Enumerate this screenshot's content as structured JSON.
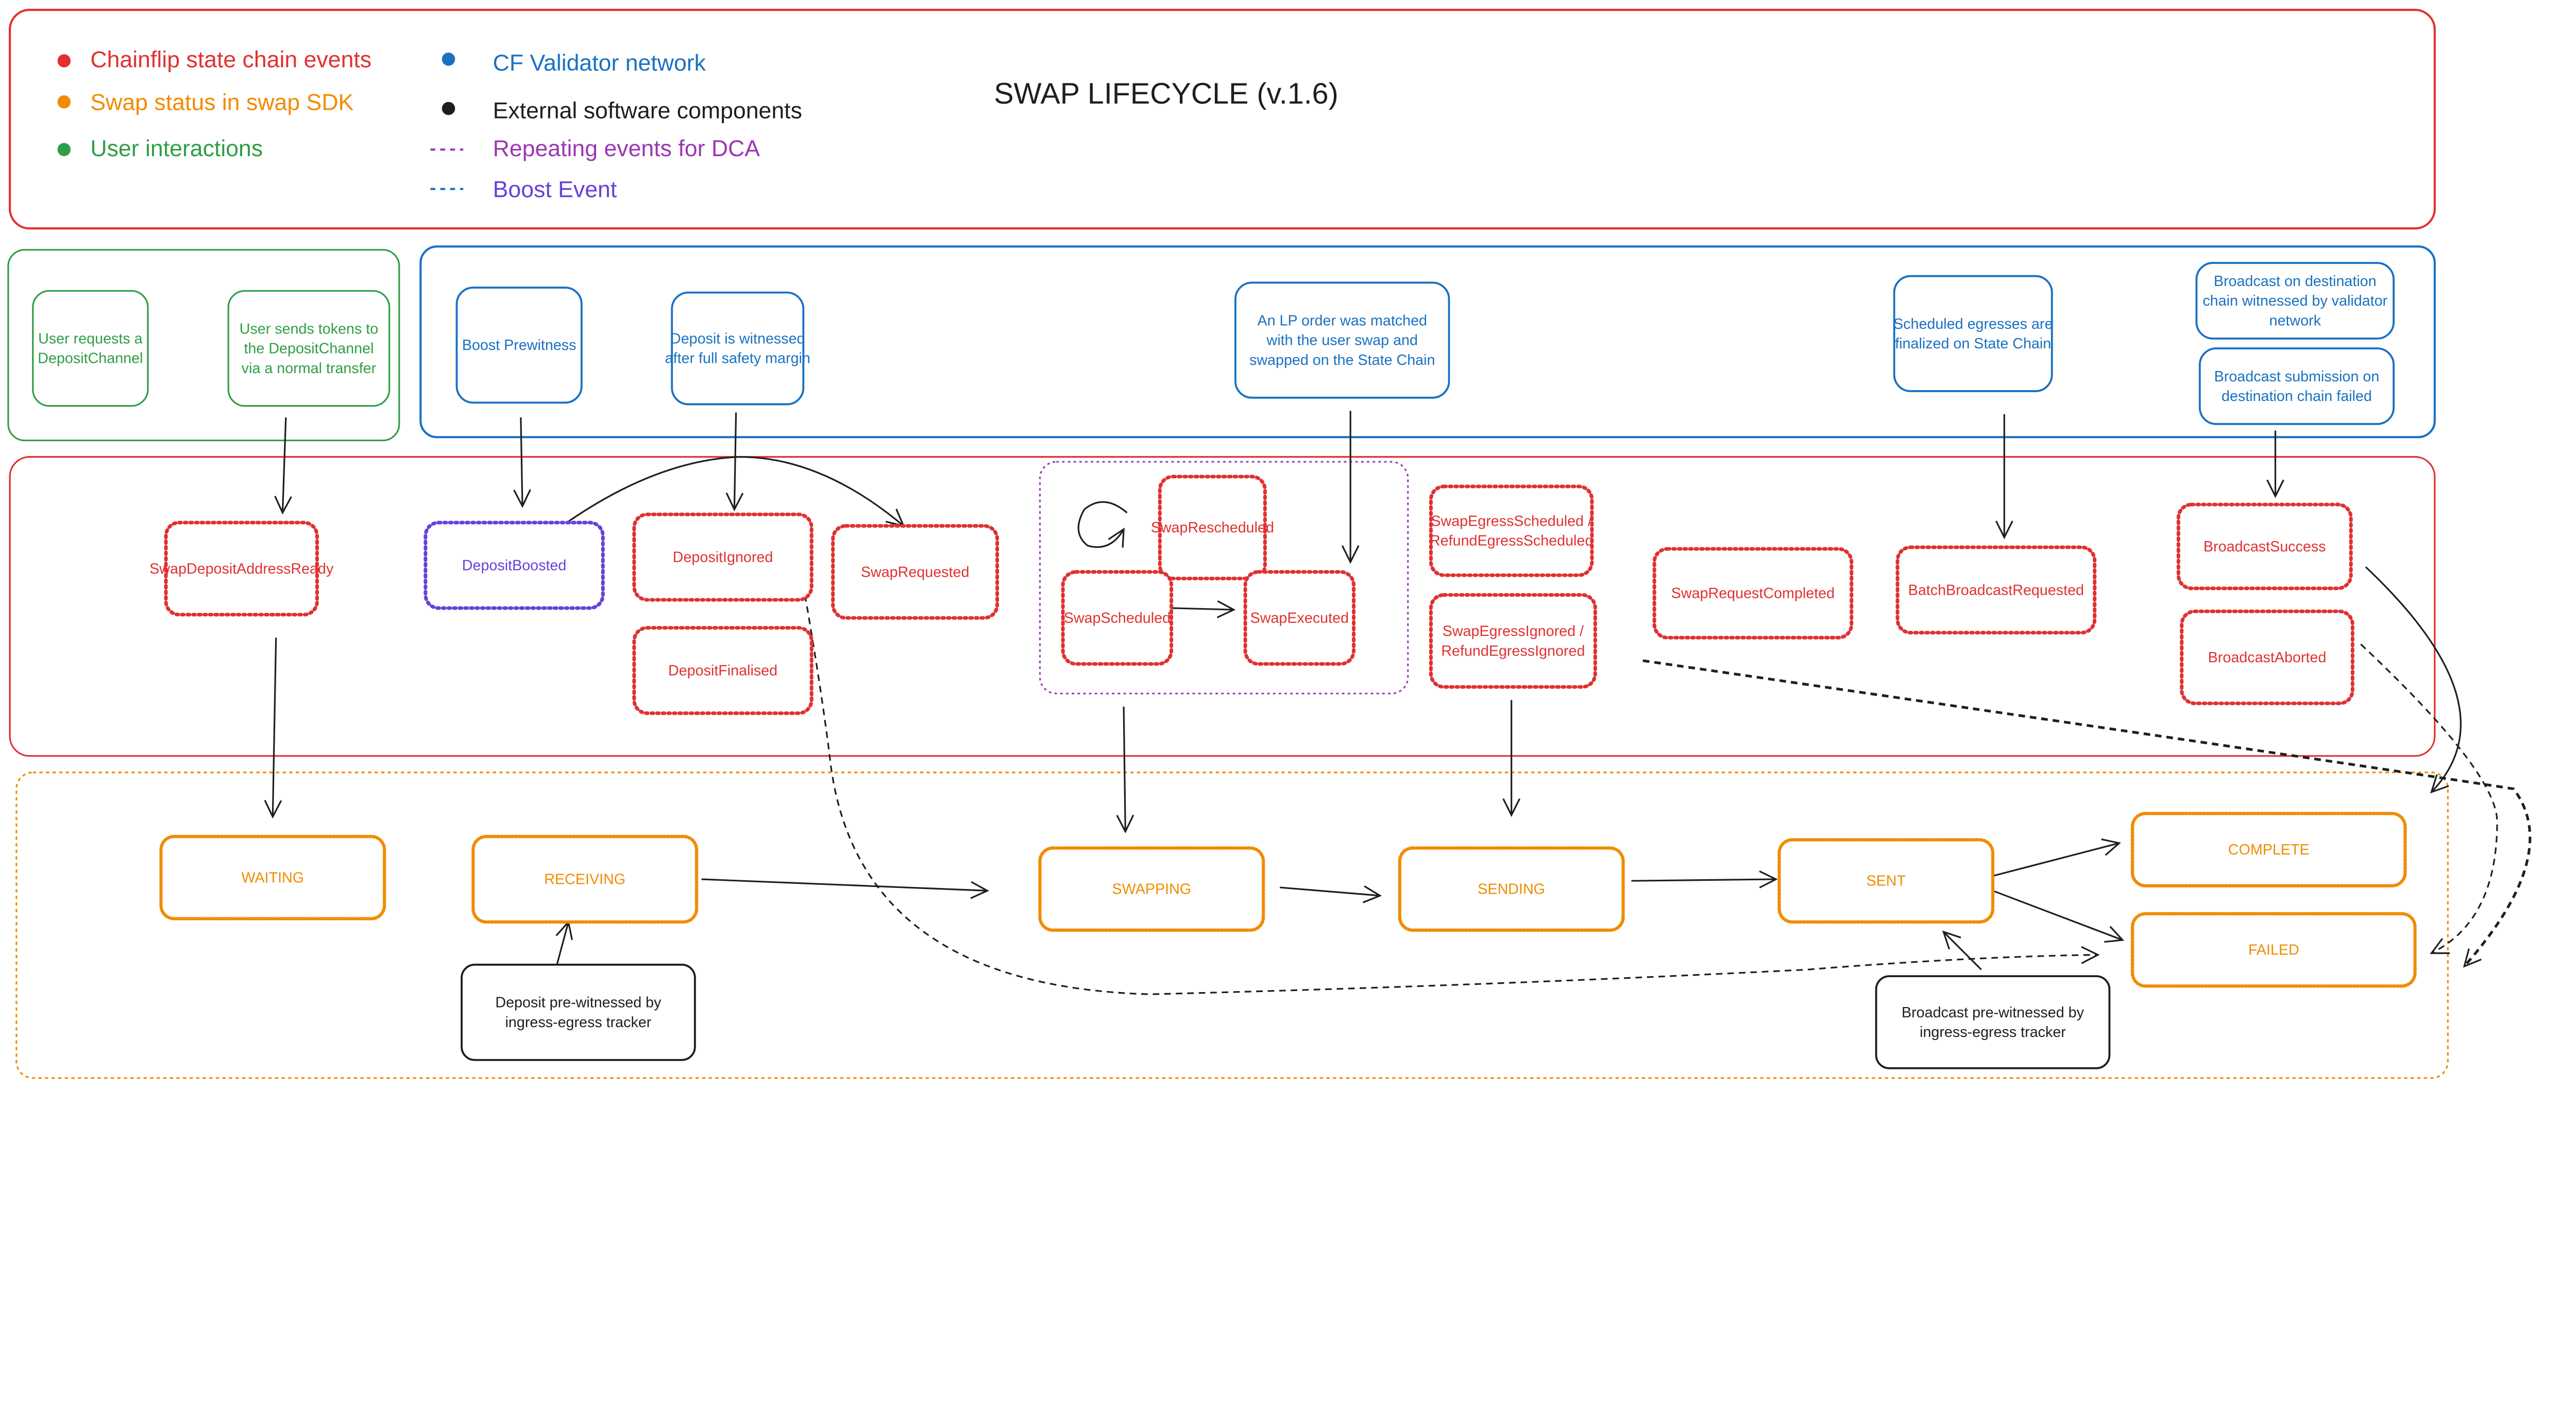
{
  "colors": {
    "state_chain": "#e03131",
    "sdk": "#f08c00",
    "user": "#2f9e44",
    "validator": "#1971c2",
    "external": "#1e1e1e",
    "dca": "#9c36b5",
    "boost": "#6741d9"
  },
  "title": "SWAP LIFECYCLE (v.1.6)",
  "legend": [
    {
      "label": "Chainflip state chain events",
      "marker": "dot",
      "color": "#e03131"
    },
    {
      "label": "Swap status in swap SDK",
      "marker": "dot",
      "color": "#f08c00"
    },
    {
      "label": "User interactions",
      "marker": "dot",
      "color": "#2f9e44"
    },
    {
      "label": "CF Validator network",
      "marker": "dot",
      "color": "#1971c2"
    },
    {
      "label": "External software components",
      "marker": "dot",
      "color": "#1e1e1e"
    },
    {
      "label": "Repeating events for DCA",
      "marker": "dashed-line",
      "color": "#9c36b5"
    },
    {
      "label": "Boost Event",
      "marker": "dashed-line",
      "color": "#6741d9"
    }
  ],
  "boxes": {
    "user_request": {
      "lines": [
        "User requests a",
        "DepositChannel"
      ]
    },
    "user_send": {
      "lines": [
        "User sends tokens to",
        "the DepositChannel",
        "via a normal transfer"
      ]
    },
    "boost_prewitness": {
      "lines": [
        "Boost Prewitness"
      ]
    },
    "deposit_witnessed": {
      "lines": [
        "Deposit is witnessed",
        "after full safety margin"
      ]
    },
    "lp_matched": {
      "lines": [
        "An LP order was matched",
        "with the user swap and",
        "swapped on the State Chain"
      ]
    },
    "egress_finalized": {
      "lines": [
        "Scheduled egresses are",
        "finalized on State Chain"
      ]
    },
    "broadcast_witnessed": {
      "lines": [
        "Broadcast on destination",
        "chain witnessed  by validator",
        "network"
      ]
    },
    "broadcast_failed": {
      "lines": [
        "Broadcast submission on",
        "destination chain failed"
      ]
    },
    "swap_deposit_address_ready": {
      "lines": [
        "SwapDepositAddressReady"
      ]
    },
    "deposit_boosted": {
      "lines": [
        "DepositBoosted"
      ]
    },
    "deposit_ignored": {
      "lines": [
        "DepositIgnored"
      ]
    },
    "deposit_finalised": {
      "lines": [
        "DepositFinalised"
      ]
    },
    "swap_requested": {
      "lines": [
        "SwapRequested"
      ]
    },
    "swap_rescheduled": {
      "lines": [
        "SwapRescheduled"
      ]
    },
    "swap_scheduled": {
      "lines": [
        "SwapScheduled"
      ]
    },
    "swap_executed": {
      "lines": [
        "SwapExecuted"
      ]
    },
    "swap_egress_scheduled": {
      "lines": [
        "SwapEgressScheduled /",
        "RefundEgressScheduled"
      ]
    },
    "swap_egress_ignored": {
      "lines": [
        "SwapEgressIgnored /",
        "RefundEgressIgnored"
      ]
    },
    "swap_request_completed": {
      "lines": [
        "SwapRequestCompleted"
      ]
    },
    "batch_broadcast_requested": {
      "lines": [
        "BatchBroadcastRequested"
      ]
    },
    "broadcast_success": {
      "lines": [
        "BroadcastSuccess"
      ]
    },
    "broadcast_aborted": {
      "lines": [
        "BroadcastAborted"
      ]
    },
    "waiting": {
      "lines": [
        "WAITING"
      ]
    },
    "receiving": {
      "lines": [
        "RECEIVING"
      ]
    },
    "swapping": {
      "lines": [
        "SWAPPING"
      ]
    },
    "sending": {
      "lines": [
        "SENDING"
      ]
    },
    "sent": {
      "lines": [
        "SENT"
      ]
    },
    "complete": {
      "lines": [
        "COMPLETE"
      ]
    },
    "failed": {
      "lines": [
        "FAILED"
      ]
    },
    "deposit_prewitnessed": {
      "lines": [
        "Deposit pre-witnessed by",
        "ingress-egress tracker"
      ]
    },
    "broadcast_prewitnessed": {
      "lines": [
        "Broadcast pre-witnessed by",
        "ingress-egress tracker"
      ]
    }
  }
}
